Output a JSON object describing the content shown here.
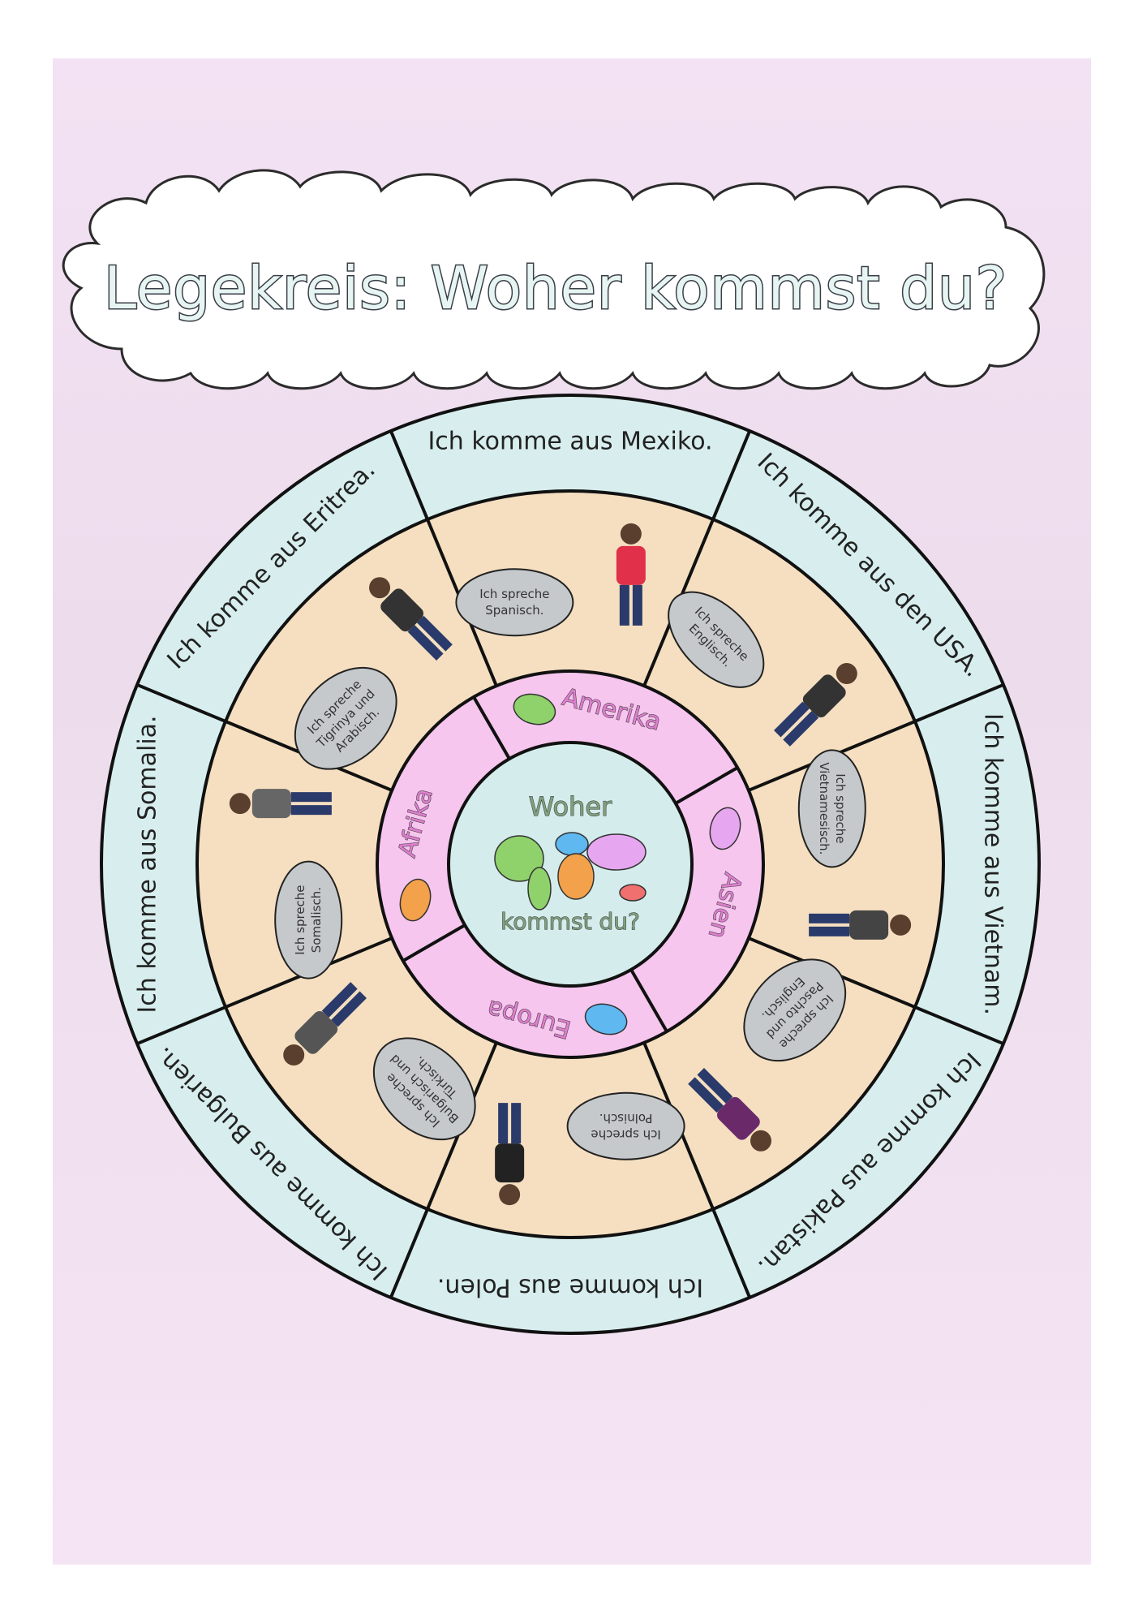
{
  "title": "Legekreis: Woher kommst du?",
  "center": {
    "line1": "Woher",
    "line2": "kommst du?"
  },
  "continents": [
    {
      "label": "Amerika",
      "icon": "america-map-icon",
      "color": "#8fd16b"
    },
    {
      "label": "Asien",
      "icon": "asia-map-icon",
      "color": "#e6a7f0"
    },
    {
      "label": "Europa",
      "icon": "europe-map-icon",
      "color": "#5fb8f0"
    },
    {
      "label": "Afrika",
      "icon": "africa-map-icon",
      "color": "#f3a14a"
    }
  ],
  "segments": [
    {
      "outer": "Ich komme aus Mexiko.",
      "bubble": [
        "Ich spreche",
        "Spanisch."
      ]
    },
    {
      "outer": "Ich komme aus den USA.",
      "bubble": [
        "Ich spreche",
        "Englisch."
      ]
    },
    {
      "outer": "Ich komme aus Vietnam.",
      "bubble": [
        "Ich spreche",
        "Vietnamesisch."
      ]
    },
    {
      "outer": "Ich komme aus Pakistan.",
      "bubble": [
        "Ich spreche",
        "Paschto und",
        "Englisch."
      ]
    },
    {
      "outer": "Ich komme aus Polen.",
      "bubble": [
        "Ich spreche",
        "Polnisch."
      ]
    },
    {
      "outer": "Ich komme aus Bulgarien.",
      "bubble": [
        "Ich spreche",
        "Bulgarisch und",
        "Türkisch."
      ]
    },
    {
      "outer": "Ich komme aus Somalia.",
      "bubble": [
        "Ich spreche",
        "Somalisch."
      ]
    },
    {
      "outer": "Ich komme aus Eritrea.",
      "bubble": [
        "Ich spreche",
        "Tigrinya und",
        "Arabisch."
      ]
    }
  ],
  "colors": {
    "outer_ring": "#d8eeee",
    "middle_ring": "#f5dfc0",
    "continent_ring": "#f6c6ee",
    "center": "#d5ecec",
    "bubble": "#c6c9cc",
    "cloud": "#ffffff",
    "background": "#f0e0f0"
  }
}
